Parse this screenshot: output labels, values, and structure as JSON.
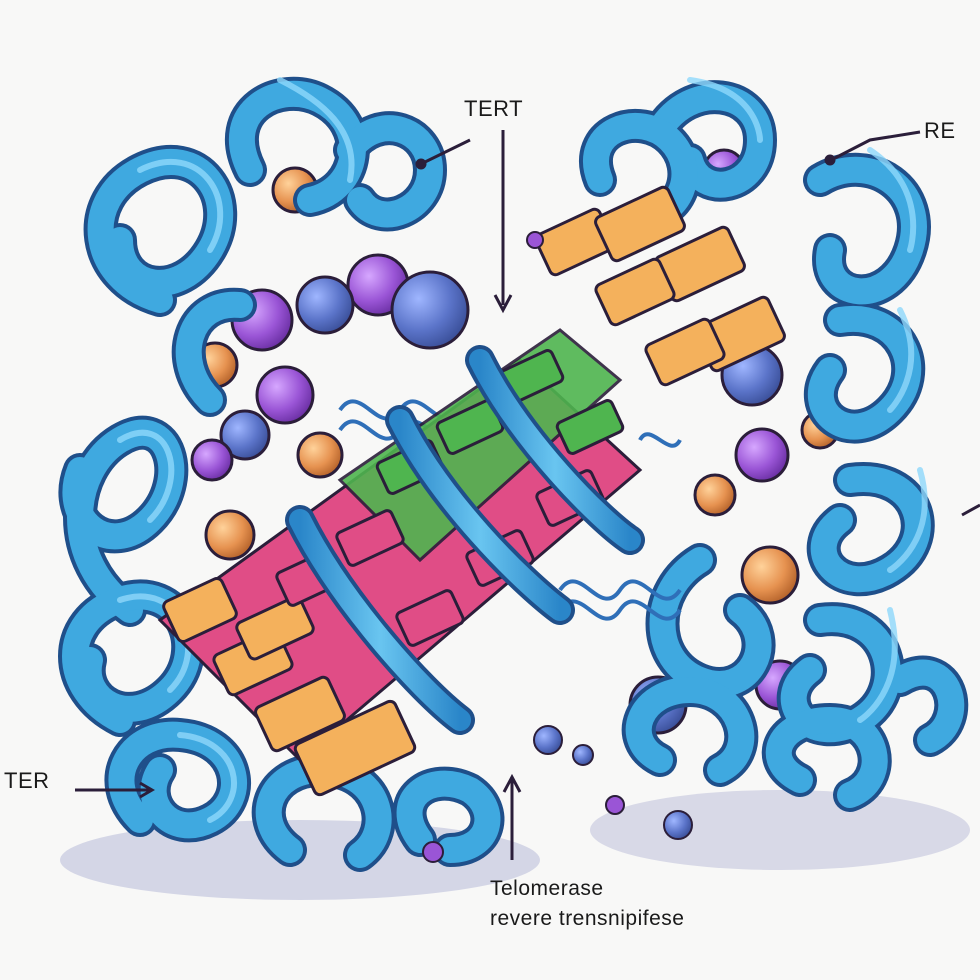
{
  "labels": {
    "tert_top": "TERT",
    "res_right": "RE",
    "ter_left": "TER",
    "caption_line1": "Telomerase",
    "caption_line2": "revere trensnipifese"
  },
  "colors": {
    "background": "#f8f8f7",
    "coil": "#3fa9e0",
    "coil_dark": "#1f6fae",
    "block_orange": "#f4b15c",
    "block_pink": "#e04d86",
    "block_green": "#4fb54f",
    "sphere_purple": "#9a55d6",
    "sphere_orange": "#e69250",
    "sphere_blue": "#5b74c9",
    "outline": "#2b1e3a"
  },
  "icons": {
    "coil": "protein-coil-icon",
    "helix": "dna-helix-icon",
    "sphere": "molecule-sphere-icon",
    "block": "nucleotide-block-icon"
  }
}
